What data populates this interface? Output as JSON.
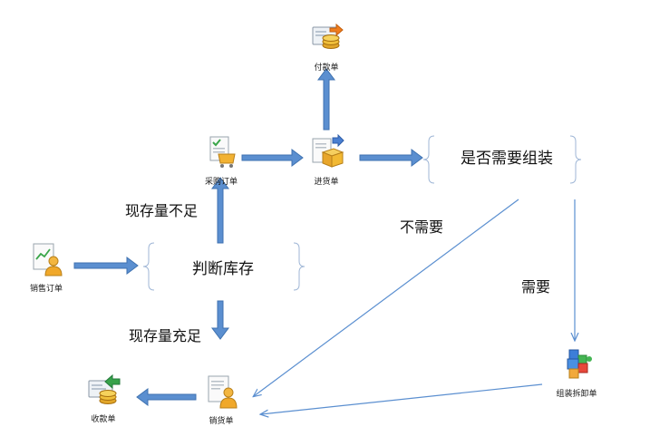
{
  "nodes": {
    "payment": "付款单",
    "purchase_order": "采购订单",
    "purchase_in": "进货单",
    "sales_order": "销售订单",
    "receipt": "收款单",
    "sales_out": "销货单",
    "assembly": "组装拆卸单"
  },
  "decisions": {
    "assemble_question": "是否需要组装",
    "inventory_check": "判断库存"
  },
  "labels": {
    "stock_short": "现存量不足",
    "stock_enough": "现存量充足",
    "no_need": "不需要",
    "need": "需要"
  },
  "colors": {
    "arrow_fill": "#5b8fd0",
    "arrow_stroke": "#3f72b0",
    "thin_line": "#5b8fd0",
    "brace": "#9fb6d6"
  }
}
